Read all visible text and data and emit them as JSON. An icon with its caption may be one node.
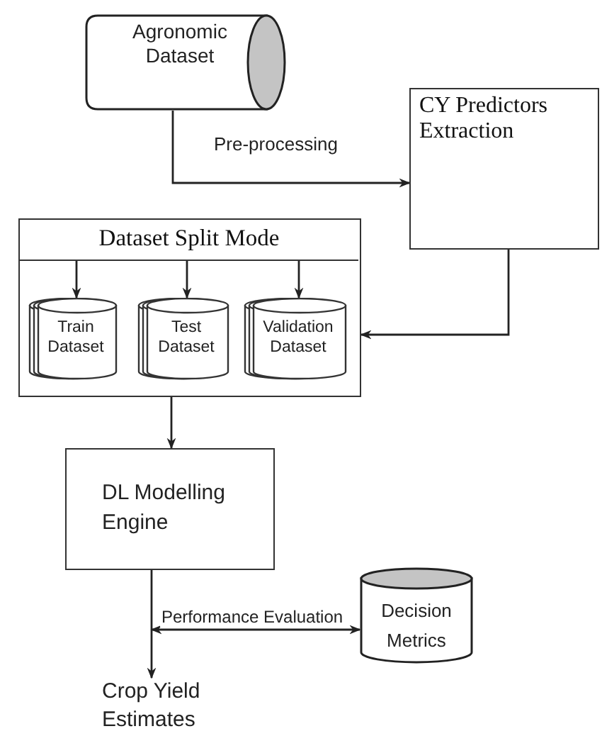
{
  "diagram": {
    "nodes": [
      {
        "text": [
          "Agronomic Dataset"
        ]
      },
      {
        "text": [
          "CY Predictors Extraction"
        ]
      },
      {
        "text": [],
        "shape": "box"
      },
      {
        "text": [
          "Dataset Split Mode"
        ],
        "in": 2
      },
      {
        "text": [
          "Train Dataset"
        ],
        "in": 2
      },
      {
        "text": [
          "Test Dataset"
        ],
        "in": 2
      },
      {
        "text": [
          "Validation Dataset"
        ],
        "in": 2
      },
      {
        "text": [
          "DL Modelling Engine"
        ]
      },
      {
        "text": [
          "Crop Yield Estimates"
        ]
      },
      {
        "text": [
          "Decision Metrics"
        ]
      }
    ],
    "edges": [
      {
        "from": 0,
        "to": 1,
        "arrow": "to",
        "label": "Pre-processing"
      },
      {
        "from": 1,
        "to": 2,
        "arrow": "to"
      },
      {
        "from": 3,
        "to": 4,
        "arrow": "to"
      },
      {
        "from": 3,
        "to": 5,
        "arrow": "to"
      },
      {
        "from": 3,
        "to": 6,
        "arrow": "to"
      },
      {
        "from": 2,
        "to": 7,
        "arrow": "to"
      },
      {
        "from": 7,
        "to": 8,
        "arrow": "to"
      },
      {
        "from": null,
        "to": 9,
        "arrow": "both",
        "label": "Performance Evaluation"
      }
    ]
  }
}
